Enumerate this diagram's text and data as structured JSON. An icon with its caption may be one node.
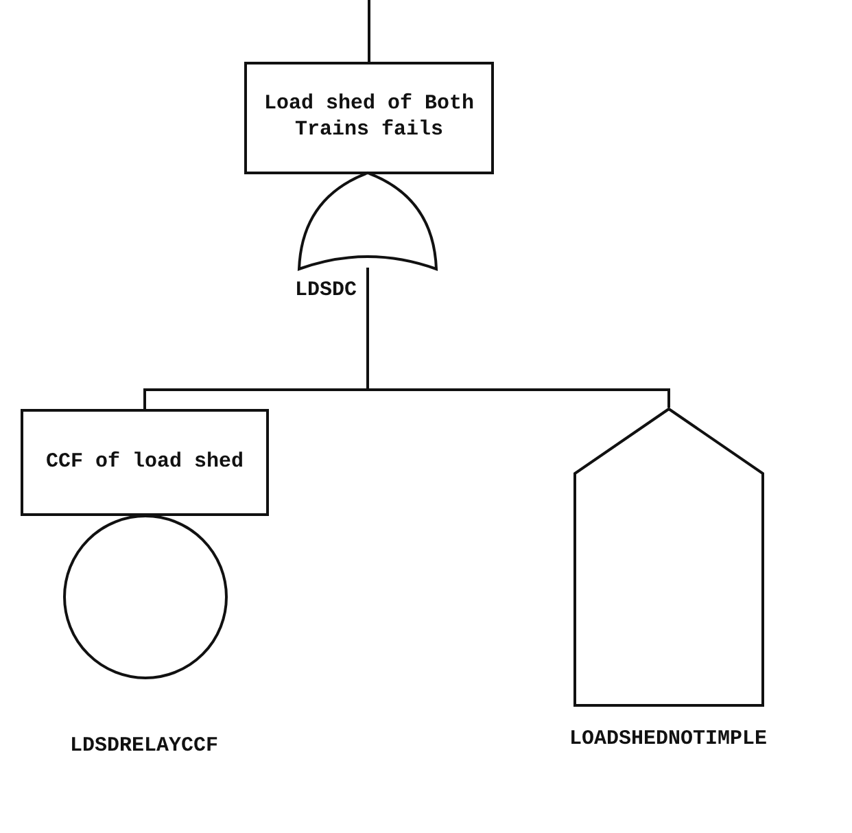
{
  "diagram": {
    "nodes": [
      {
        "text": [
          "Load shed of Both Trains fails"
        ]
      },
      {
        "text": [],
        "shape": "or-gate",
        "beside": [
          "LDSDC"
        ]
      },
      {
        "text": [
          "CCF of load shed"
        ]
      },
      {
        "text": [],
        "shape": "circle",
        "beside": [
          "LDSDRELAYCCF"
        ]
      },
      {
        "text": [],
        "shape": "house",
        "beside": [
          "LOADSHEDNOTIMPLE"
        ]
      }
    ],
    "edges": [
      {
        "from": null,
        "to": 0,
        "arrow": "none"
      },
      {
        "from": 1,
        "to": 2,
        "arrow": "none"
      },
      {
        "from": 1,
        "to": 4,
        "arrow": "none"
      }
    ]
  }
}
